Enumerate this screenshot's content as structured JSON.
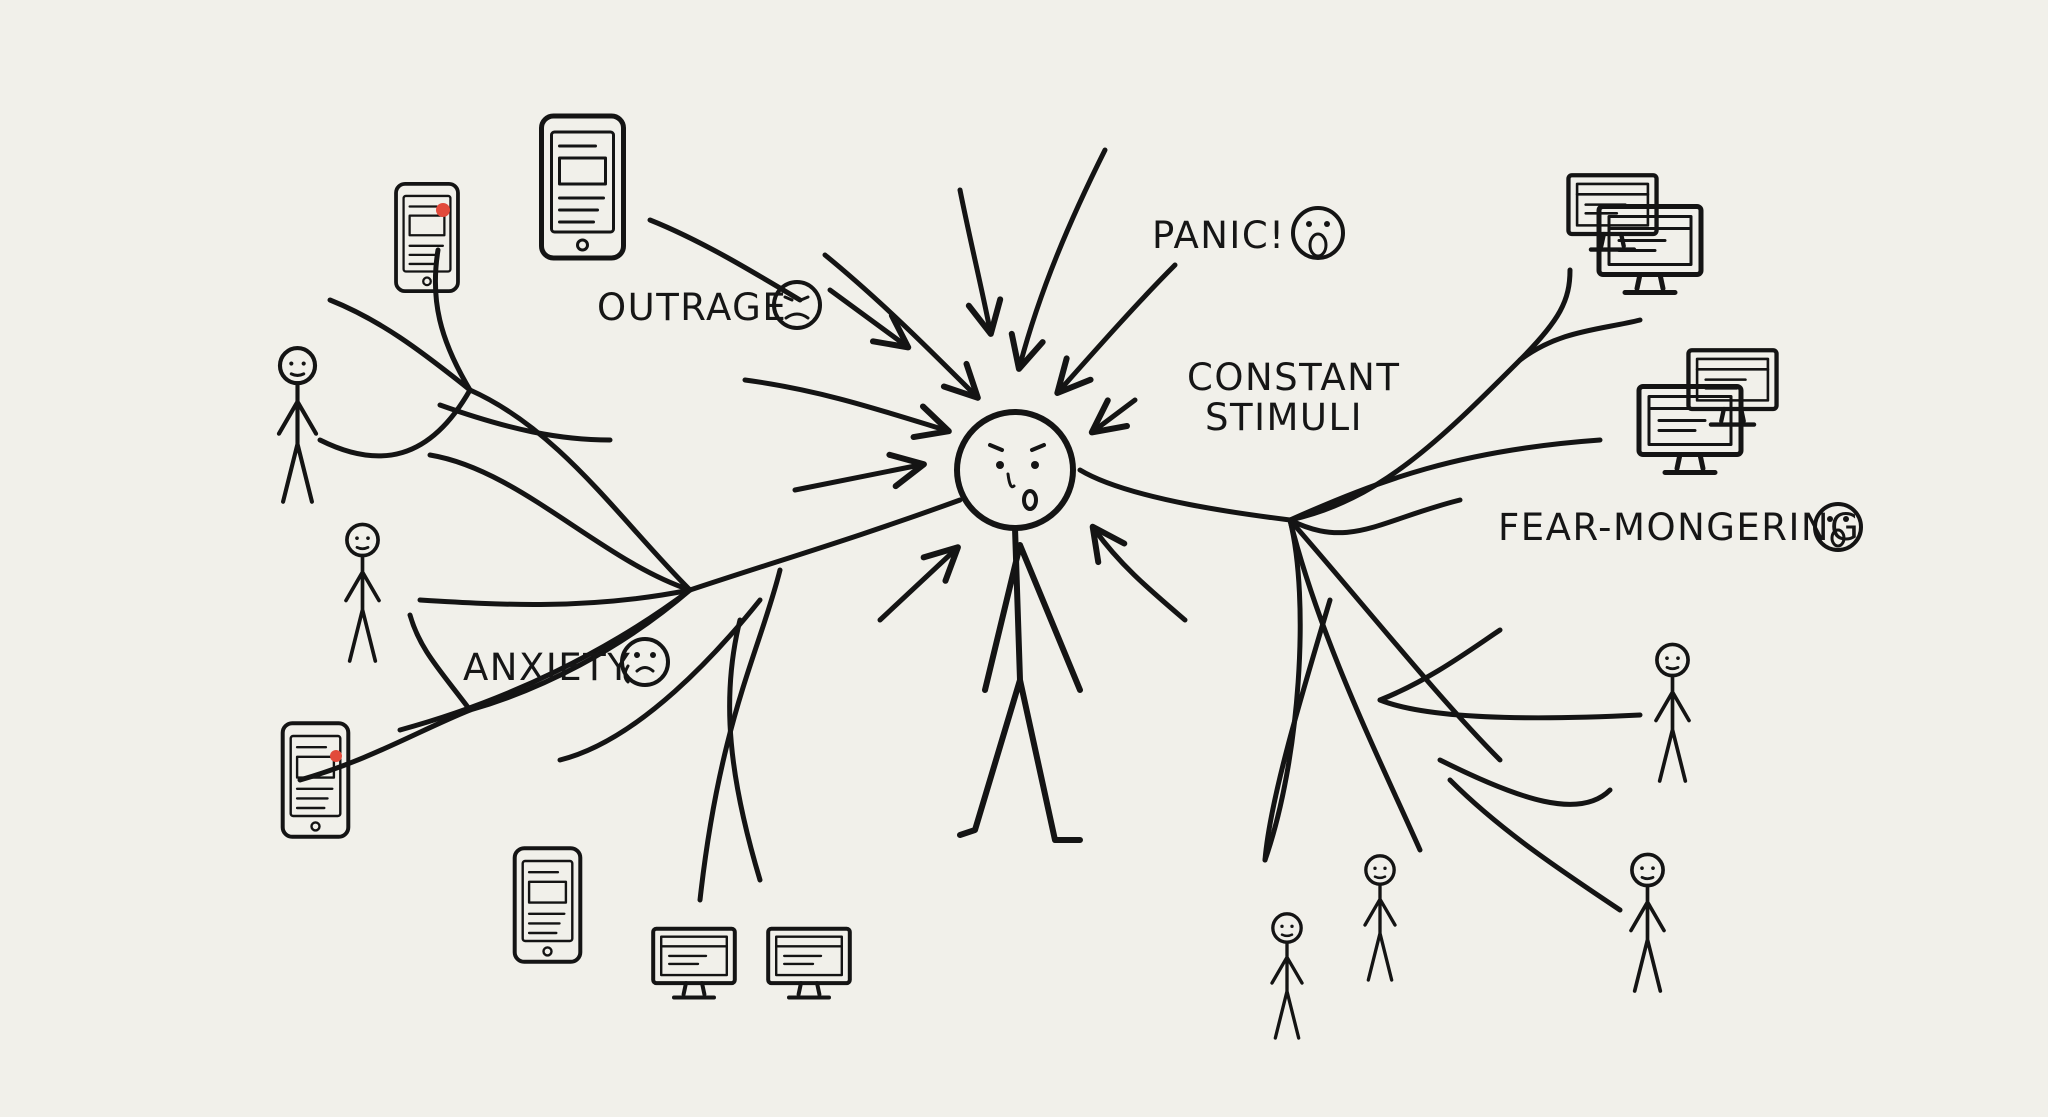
{
  "labels": {
    "outrage": "OUTRAGE",
    "panic": "PANIC!",
    "constant_line1": "CONSTANT",
    "constant_line2": "STIMULI",
    "fear_mongering": "FEAR-MONGERING",
    "anxiety": "ANXIETY"
  },
  "icons": {
    "outrage": "angry-face-icon",
    "panic": "screaming-face-icon",
    "fear_mongering": "fearful-face-icon",
    "anxiety": "anxious-sweat-face-icon",
    "phone": "smartphone-icon",
    "monitor": "desktop-monitor-icon",
    "person": "stick-figure-icon"
  },
  "colors": {
    "ink": "#141414",
    "paper": "#f1f0ea",
    "notification": "#e24a3b"
  }
}
